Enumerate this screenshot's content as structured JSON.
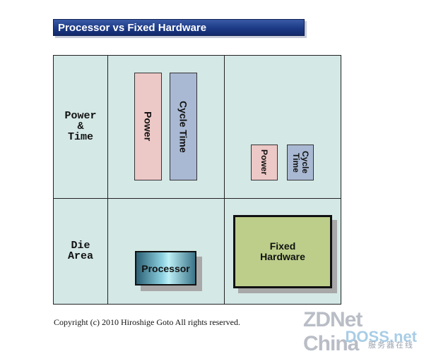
{
  "title": "Processor vs Fixed Hardware",
  "rows": {
    "power_time": "Power\n&\nTime",
    "die_area": "Die\nArea"
  },
  "processor_bars": {
    "power": "Power",
    "cycle_time": "Cycle Time"
  },
  "fixed_bars": {
    "power": "Power",
    "cycle_time": "Cycle\nTime"
  },
  "boxes": {
    "processor": "Processor",
    "fixed_hardware": "Fixed\nHardware"
  },
  "copyright": "Copyright (c) 2010 Hiroshige Goto All rights reserved.",
  "watermark": {
    "top": "ZDNet China",
    "mid": "DOSS.net",
    "bottom": "服务器在线"
  },
  "colors": {
    "grid_bg": "#d4e8e6",
    "pink": "#ecc8c6",
    "blue": "#a9b9d3",
    "fixed": "#bcce8a",
    "title_bar": "#1c3a86"
  }
}
